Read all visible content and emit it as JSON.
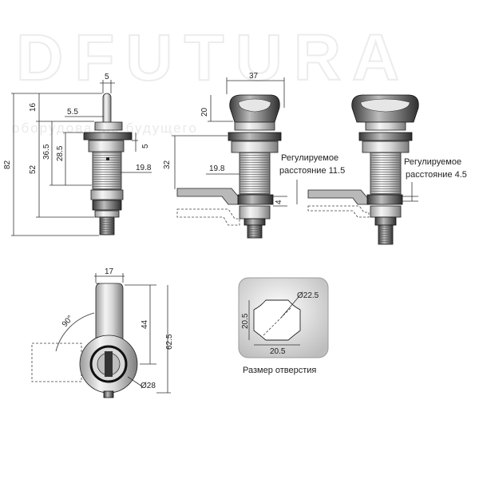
{
  "watermark": {
    "brand": "DFUTURA",
    "slogan": "оборудование будущего"
  },
  "side_view": {
    "dims": {
      "shaft_width": "5",
      "total_height": "82",
      "head_height": "16",
      "flange": "5.5",
      "body_length": "52",
      "thread_length": "36.5",
      "thread_part": "28.5",
      "nut_gap": "5",
      "offset": "19.8"
    }
  },
  "cam_view_left": {
    "dims": {
      "handle_width": "37",
      "handle_height": "20",
      "cam_height": "32",
      "cam_offset": "19.8",
      "cam_gap": "4"
    },
    "note_line1": "Регулируемое",
    "note_line2": "расстояние 11.5"
  },
  "cam_view_right": {
    "note_line1": "Регулируемое",
    "note_line2": "расстояние 4.5"
  },
  "top_view": {
    "dims": {
      "width": "17",
      "angle": "90°",
      "inner_length": "44",
      "overall_length": "62.5",
      "diameter": "Ø28"
    }
  },
  "hole_view": {
    "dims": {
      "diameter": "Ø22.5",
      "height": "20.5",
      "width": "20.5"
    },
    "caption": "Размер отверстия"
  }
}
